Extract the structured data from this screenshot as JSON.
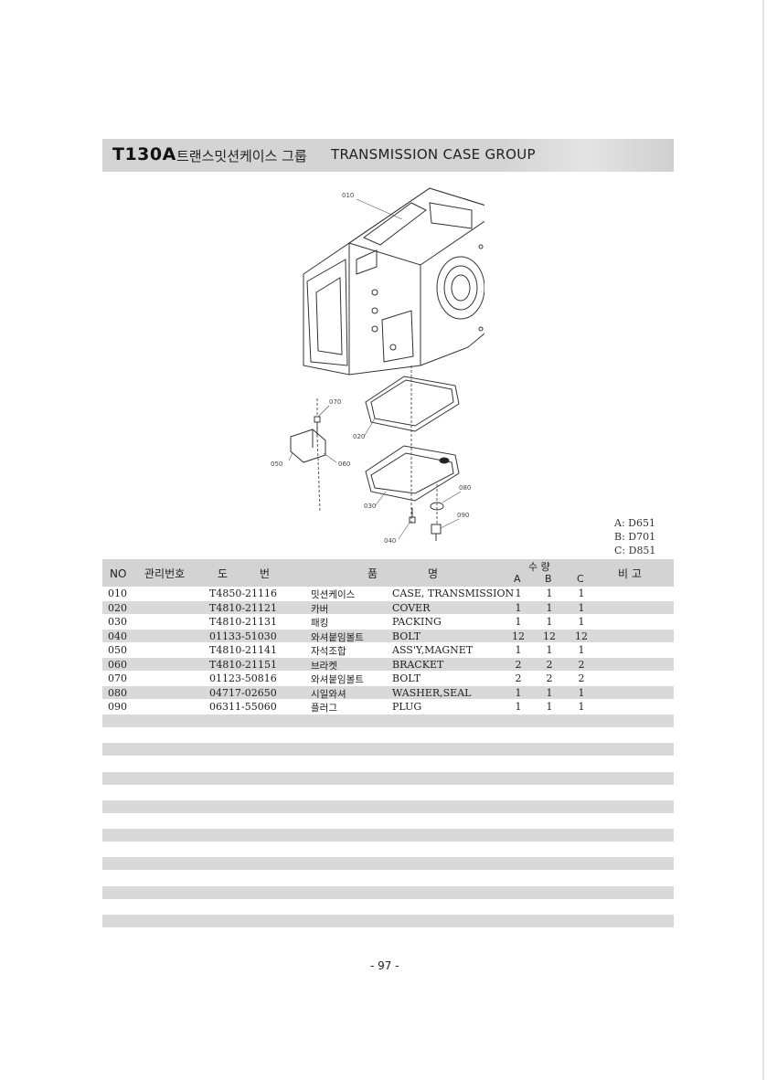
{
  "header": {
    "code": "T130A",
    "title_ko": "트랜스밋션케이스 그룹",
    "title_en": "TRANSMISSION CASE GROUP"
  },
  "callouts": [
    "010",
    "020",
    "030",
    "040",
    "050",
    "060",
    "070",
    "080",
    "090"
  ],
  "models": [
    "A: D651",
    "B: D701",
    "C: D851"
  ],
  "table": {
    "headers": {
      "no": "NO",
      "mgmt": "관리번호",
      "drawing_1": "도",
      "drawing_2": "번",
      "item_1": "품",
      "item_2": "명",
      "qty": "수 량",
      "a": "A",
      "b": "B",
      "c": "C",
      "remarks": "비 고"
    },
    "rows": [
      {
        "no": "010",
        "part": "T4850-21116",
        "name_ko": "밋션케이스",
        "name_en": "CASE, TRANSMISSION",
        "a": "1",
        "b": "1",
        "c": "1"
      },
      {
        "no": "020",
        "part": "T4810-21121",
        "name_ko": "카버",
        "name_en": "COVER",
        "a": "1",
        "b": "1",
        "c": "1"
      },
      {
        "no": "030",
        "part": "T4810-21131",
        "name_ko": "패킹",
        "name_en": "PACKING",
        "a": "1",
        "b": "1",
        "c": "1"
      },
      {
        "no": "040",
        "part": "01133-51030",
        "name_ko": "와셔붙임볼트",
        "name_en": "BOLT",
        "a": "12",
        "b": "12",
        "c": "12"
      },
      {
        "no": "050",
        "part": "T4810-21141",
        "name_ko": "자석조합",
        "name_en": "ASS'Y,MAGNET",
        "a": "1",
        "b": "1",
        "c": "1"
      },
      {
        "no": "060",
        "part": "T4810-21151",
        "name_ko": "브라켓",
        "name_en": "BRACKET",
        "a": "2",
        "b": "2",
        "c": "2"
      },
      {
        "no": "070",
        "part": "01123-50816",
        "name_ko": "와셔붙임볼트",
        "name_en": "BOLT",
        "a": "2",
        "b": "2",
        "c": "2"
      },
      {
        "no": "080",
        "part": "04717-02650",
        "name_ko": "시일와셔",
        "name_en": "WASHER,SEAL",
        "a": "1",
        "b": "1",
        "c": "1"
      },
      {
        "no": "090",
        "part": "06311-55060",
        "name_ko": "플러그",
        "name_en": "PLUG",
        "a": "1",
        "b": "1",
        "c": "1"
      }
    ]
  },
  "page_number": "- 97 -"
}
